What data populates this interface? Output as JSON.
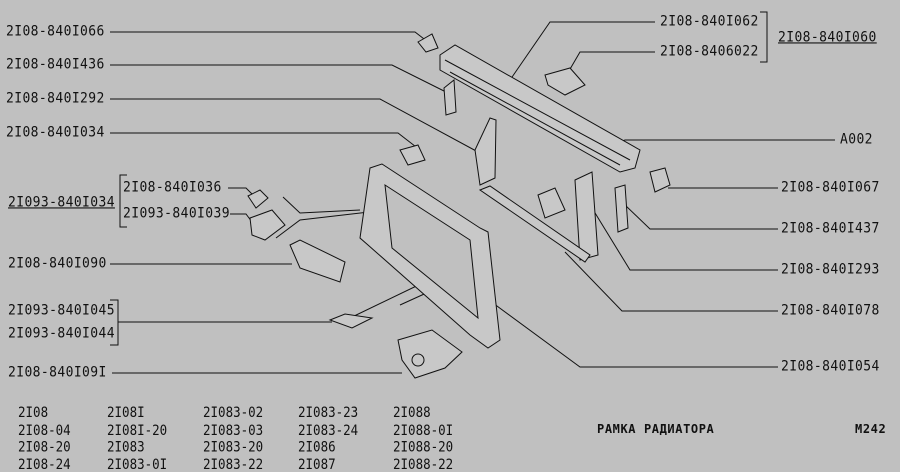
{
  "left_labels": {
    "p066": "2I08-840I066",
    "p1436": "2I08-840I436",
    "p1292": "2I08-840I292",
    "p1034": "2I08-840I034",
    "group_1034": "2I093-840I034",
    "p1036": "2I08-840I036",
    "p1039": "2I093-840I039",
    "p1090": "2I08-840I090",
    "p1045": "2I093-840I045",
    "p1044": "2I093-840I044",
    "p1091": "2I08-840I09I"
  },
  "right_labels": {
    "p1062": "2I08-840I062",
    "p6022": "2I08-8406022",
    "group_1060": "2I08-840I060",
    "a002": "A002",
    "p1067": "2I08-840I067",
    "p1437": "2I08-840I437",
    "p1293": "2I08-840I293",
    "p1078": "2I08-840I078",
    "p1054": "2I08-840I054"
  },
  "models": [
    [
      "2I08",
      "2I08-04",
      "2I08-20",
      "2I08-24"
    ],
    [
      "2I08I",
      "2I08I-20",
      "2I083",
      "2I083-0I"
    ],
    [
      "2I083-02",
      "2I083-03",
      "2I083-20",
      "2I083-22"
    ],
    [
      "2I083-23",
      "2I083-24",
      "2I086",
      "2I087"
    ],
    [
      "2I088",
      "2I088-0I",
      "2I088-20",
      "2I088-22"
    ]
  ],
  "title": "РАМКА РАДИАТОРА",
  "code": "M242"
}
